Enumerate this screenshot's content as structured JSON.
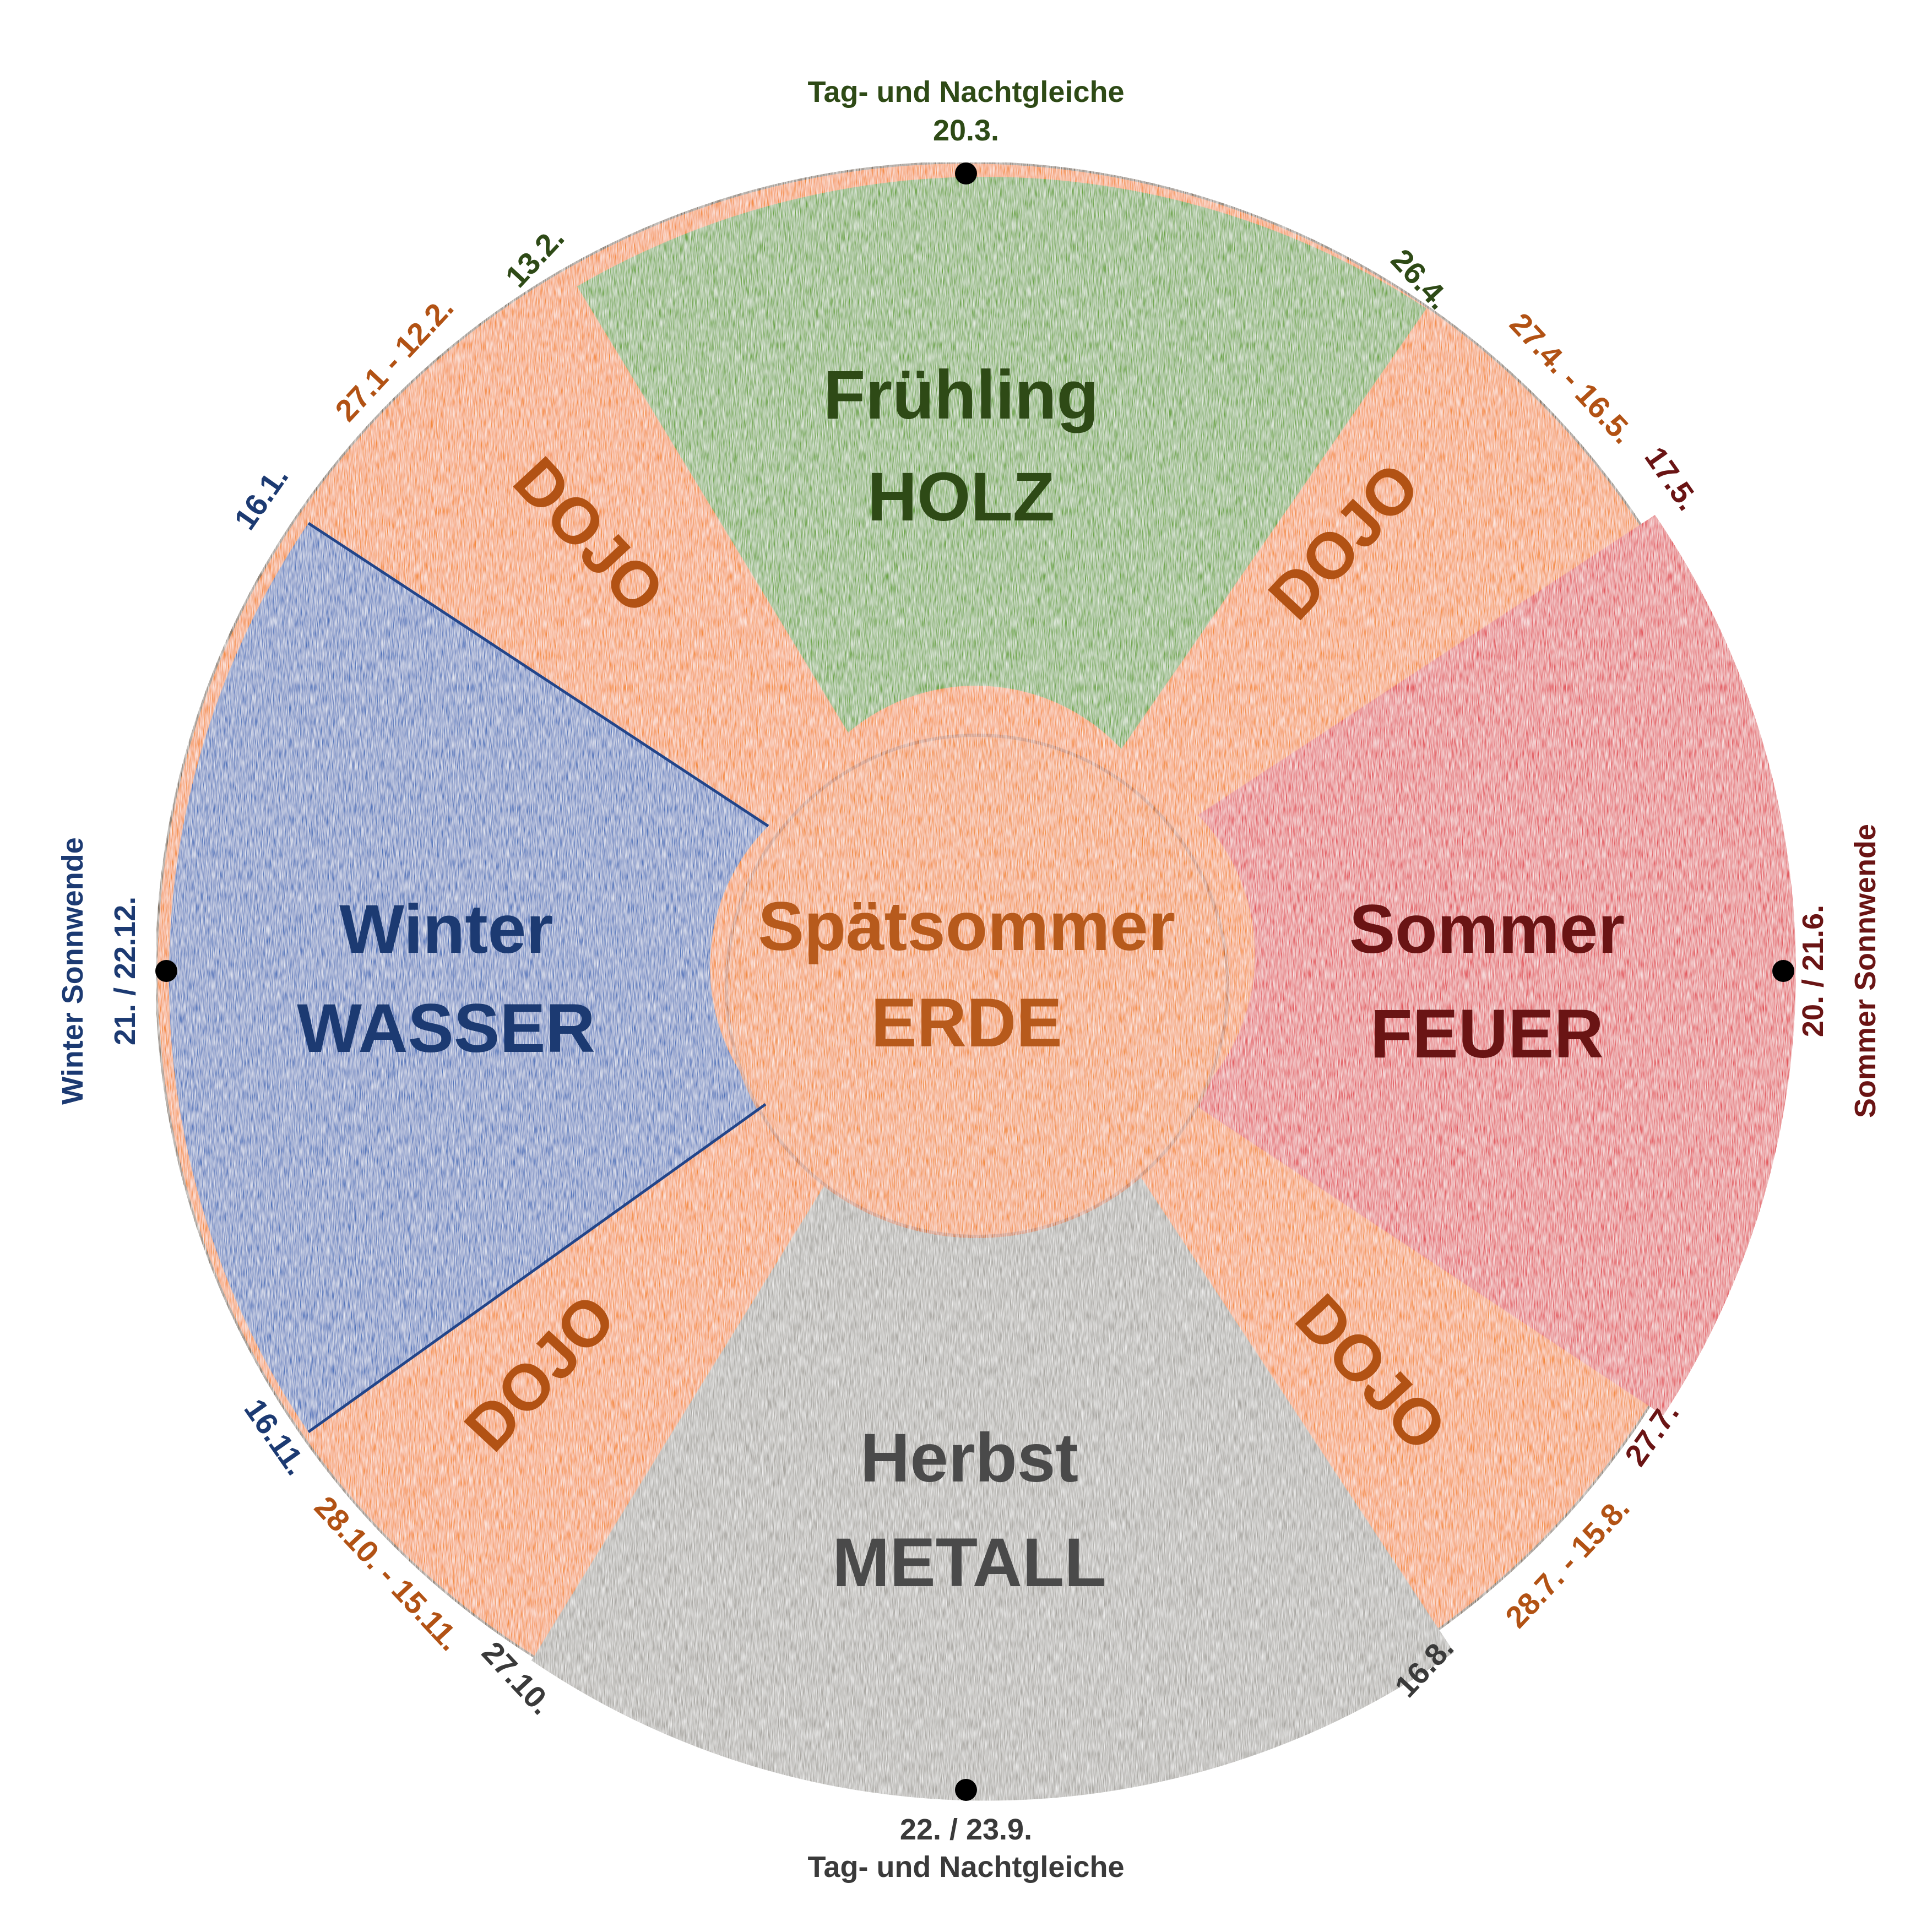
{
  "colors": {
    "green": "#6aa443",
    "green_text": "#2e4a16",
    "orange": "#f48a3a",
    "orange_text": "#b25214",
    "red": "#e2545a",
    "red_text": "#6a1414",
    "blue": "#4e72ba",
    "blue_text": "#1c3a72",
    "gray": "#a6a49f",
    "gray_text": "#4a4a4a",
    "center": "#f28b3c",
    "center_text": "#b75a1c",
    "date_dark": "#3a3a3a"
  },
  "segments": {
    "spring": {
      "season": "Frühling",
      "element": "HOLZ"
    },
    "summer": {
      "season": "Sommer",
      "element": "FEUER"
    },
    "autumn": {
      "season": "Herbst",
      "element": "METALL"
    },
    "winter": {
      "season": "Winter",
      "element": "WASSER"
    },
    "center": {
      "season": "Spätsommer",
      "element": "ERDE"
    }
  },
  "dojo": {
    "top_left": "DOJO",
    "top_right": "DOJO",
    "bottom_left": "DOJO",
    "bottom_right": "DOJO"
  },
  "cardinal": {
    "top": {
      "label": "Tag- und Nachtgleiche",
      "date": "20.3."
    },
    "bottom": {
      "label": "Tag- und Nachtgleiche",
      "date": "22. / 23.9."
    },
    "left": {
      "label": "Winter Sonnwende",
      "date": "21. / 22.12."
    },
    "right": {
      "label": "Sommer Sonnwende",
      "date": "20. / 21.6."
    }
  },
  "dates": {
    "d_13_2": "13.2.",
    "d_27_1_12_2": "27.1 - 12.2.",
    "d_16_1": "16.1.",
    "d_26_4": "26.4.",
    "d_27_4_16_5": "27.4. - 16.5.",
    "d_17_5": "17.5.",
    "d_16_11": "16.11.",
    "d_28_10_15_11": "28.10. - 15.11.",
    "d_27_10": "27.10.",
    "d_16_8": "16.8.",
    "d_28_7_15_8": "28.7. - 15.8.",
    "d_27_7": "27.7."
  }
}
